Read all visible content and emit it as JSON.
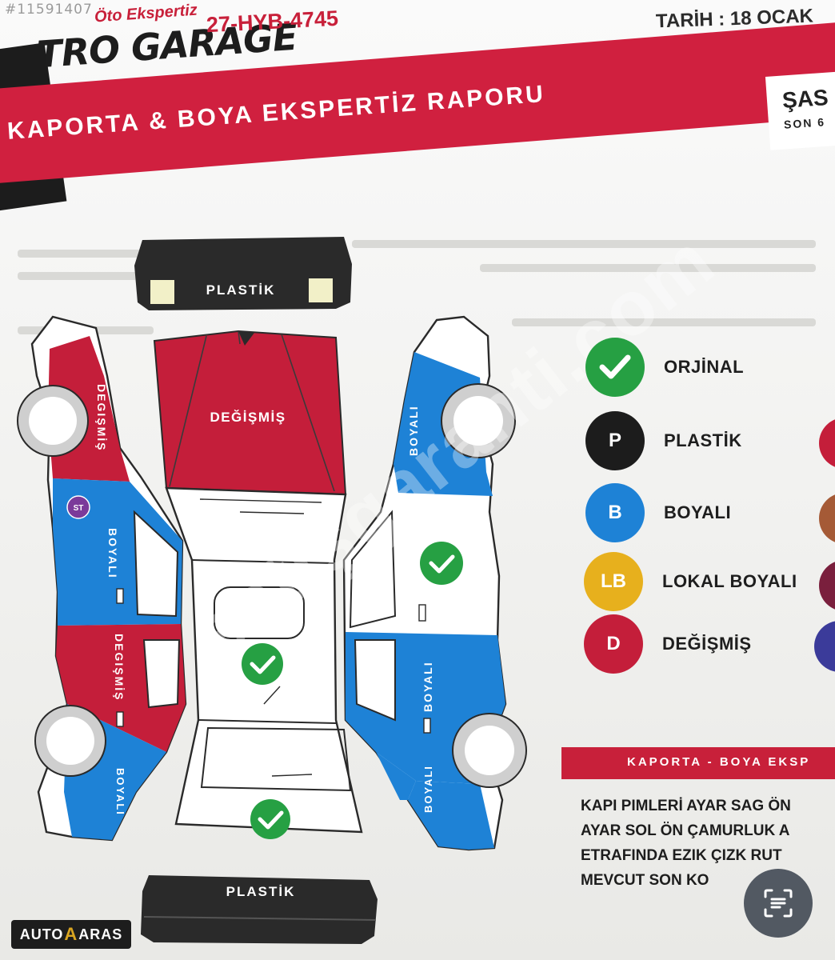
{
  "header": {
    "watermark_id": "#11591407",
    "brand_subtitle": "Öto Ekspertiz",
    "brand_name": "TRO GARAGE",
    "plate": "27-HYB-4745",
    "date": "TARİH : 18 OCAK"
  },
  "banner": {
    "title": "KAPORTA & BOYA EKSPERTİZ RAPORU",
    "chassis_label": "ŞAS",
    "chassis_sub": "SON 6"
  },
  "diagram": {
    "front_bumper": "PLASTİK",
    "rear_bumper": "PLASTİK",
    "hood": "DEĞİŞMİŞ",
    "left_front_fender": "DEGIŞMİŞ",
    "left_front_door": "BOYALI",
    "left_rear_door": "DEGIŞMİŞ",
    "left_rear_fender": "BOYALI",
    "st_badge": "ST",
    "right_front_fender": "BOYALI",
    "right_rear_door": "BOYALI",
    "right_rear_fender": "BOYALI"
  },
  "legend": [
    {
      "code": "",
      "label": "ORJİNAL",
      "color": "#26a043"
    },
    {
      "code": "P",
      "label": "PLASTİK",
      "color": "#1c1c1c"
    },
    {
      "code": "B",
      "label": "BOYALI",
      "color": "#1e82d6"
    },
    {
      "code": "LB",
      "label": "LOKAL BOYALI",
      "color": "#e7b01d"
    },
    {
      "code": "D",
      "label": "DEĞİŞMİŞ",
      "color": "#c41e3a"
    }
  ],
  "notes": {
    "section_title": "KAPORTA - BOYA EKSP",
    "lines": [
      "KAPI PIMLERİ AYAR SAG ÖN",
      "AYAR SOL ÖN ÇAMURLUK A",
      "ETRAFINDA EZIK ÇIZK RUT",
      "MEVCUT SON KO"
    ]
  },
  "watermark": "satışgaranti.com",
  "footer": {
    "logo_left": "AUTO",
    "logo_mid": "A",
    "logo_right": "ARAS"
  },
  "colors": {
    "red": "#c41e3a",
    "blue": "#1e82d6",
    "green": "#26a043",
    "dark": "#2a2a2a"
  }
}
